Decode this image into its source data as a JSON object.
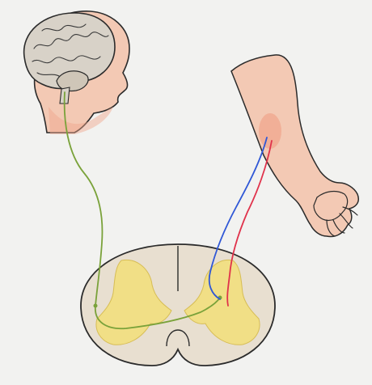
{
  "diagram": {
    "colors": {
      "paper": "#f2f2f0",
      "skin": "#f3c9b4",
      "skin_shade": "#f0a48a",
      "brain": "#d8d2c8",
      "outline": "#2b2b2b",
      "cord_white": "#e8dfd0",
      "gray_matter": "#f1df86",
      "motor_nerve": "#7aa23a",
      "sensory_nerve_blue": "#2f57d6",
      "sensory_nerve_red": "#e0324b"
    },
    "parts": [
      {
        "name": "head-with-brain"
      },
      {
        "name": "arm-and-hand"
      },
      {
        "name": "spinal-cord-cross-section"
      },
      {
        "name": "descending-motor-pathway"
      },
      {
        "name": "ascending-sensory-pathway-blue"
      },
      {
        "name": "ascending-sensory-pathway-red"
      }
    ]
  }
}
